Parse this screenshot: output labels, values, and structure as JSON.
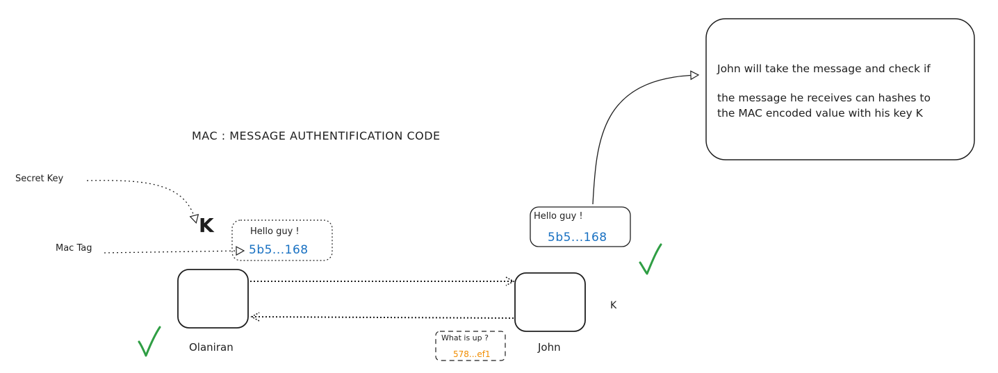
{
  "title": "MAC :  MESSAGE AUTHENTIFICATION CODE",
  "labels": {
    "secret_key": "Secret Key",
    "mac_tag": "Mac Tag",
    "key_symbol": "K",
    "john_key": "K"
  },
  "parties": {
    "sender": "Olaniran",
    "receiver": "John"
  },
  "sent_message": {
    "text": "Hello guy !",
    "tag": "5b5...168"
  },
  "received_message": {
    "text": "Hello guy !",
    "tag": "5b5...168"
  },
  "reply_message": {
    "text": "What is up ?",
    "tag": "578...ef1"
  },
  "note": {
    "line1": "John will take the message and check if",
    "line2": "the message he receives can hashes to",
    "line3": "the MAC encoded value with his key K"
  },
  "colors": {
    "stroke": "#1e1e1e",
    "tag_blue": "#1971c2",
    "tag_orange": "#f08c00",
    "check_green": "#2f9e44"
  }
}
